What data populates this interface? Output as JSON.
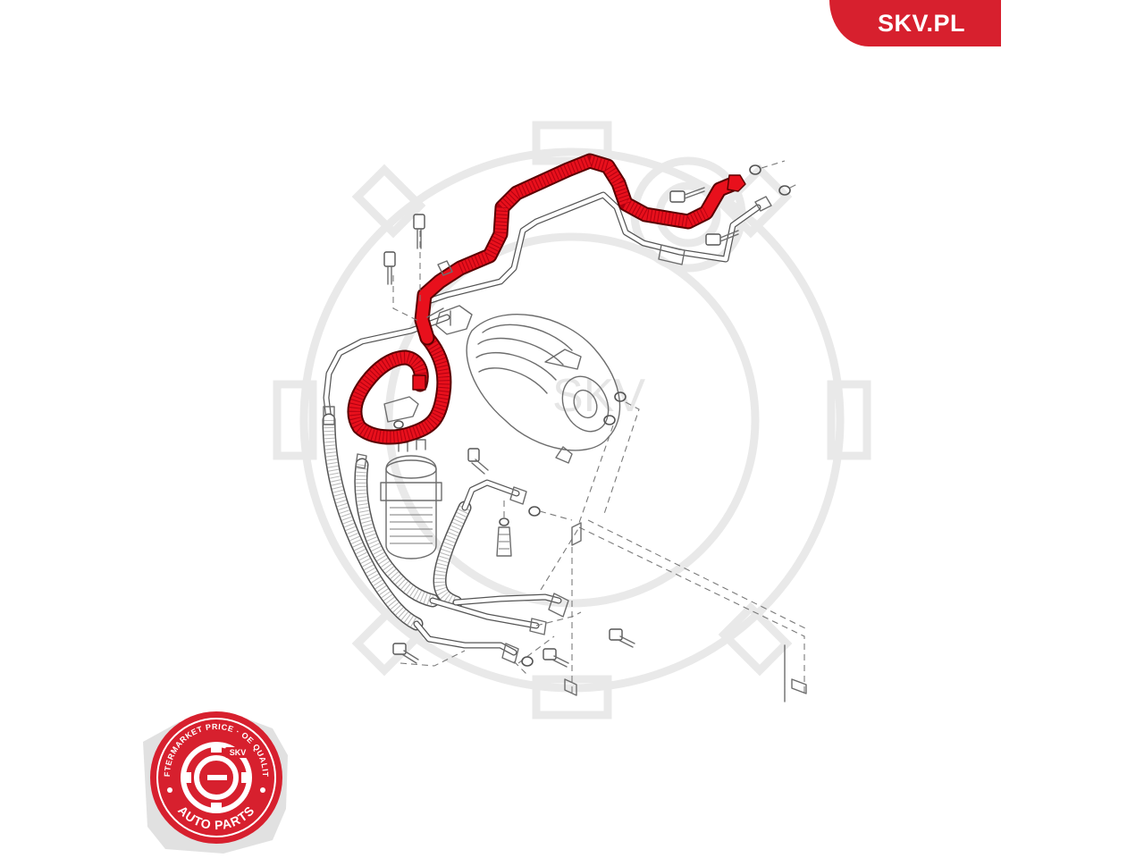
{
  "brand": {
    "label": "SKV.PL",
    "color": "#d7202e"
  },
  "watermark": {
    "text": "SKV",
    "color": "#e9e9e9"
  },
  "highlight": {
    "color": "#e8101c"
  },
  "seal": {
    "ring_text": "AFTERMARKET PRICE · OE QUALITY",
    "center_text": "SKV",
    "bottom_text": "AUTO PARTS",
    "color": "#d7202e"
  }
}
